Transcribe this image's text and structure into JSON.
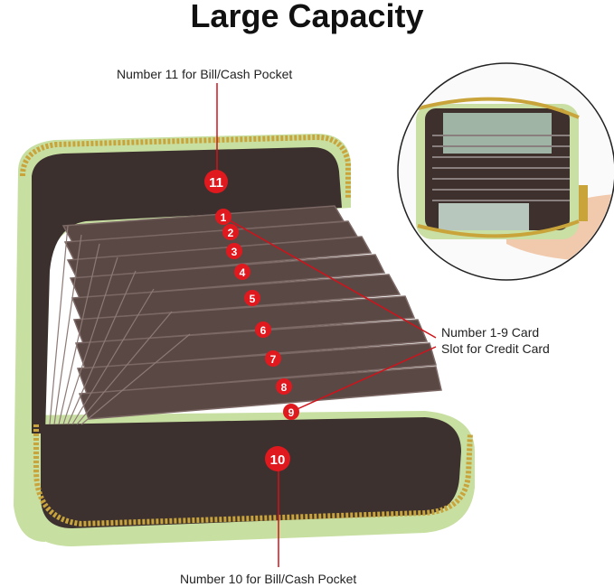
{
  "heading": "Large Capacity",
  "callouts": {
    "top": "Number 11 for Bill/Cash Pocket",
    "middle_line1": "Number 1-9 Card",
    "middle_line2": "Slot for Credit Card",
    "bottom": "Number 10 for Bill/Cash Pocket"
  },
  "markers": [
    "1",
    "2",
    "3",
    "4",
    "5",
    "6",
    "7",
    "8",
    "9",
    "10",
    "11"
  ],
  "colors": {
    "marker": "#e0191f",
    "leather": "#c8dfa2",
    "lining": "#4a3a37",
    "zipper": "#c9a43b",
    "leader_line": "#d0121a"
  }
}
